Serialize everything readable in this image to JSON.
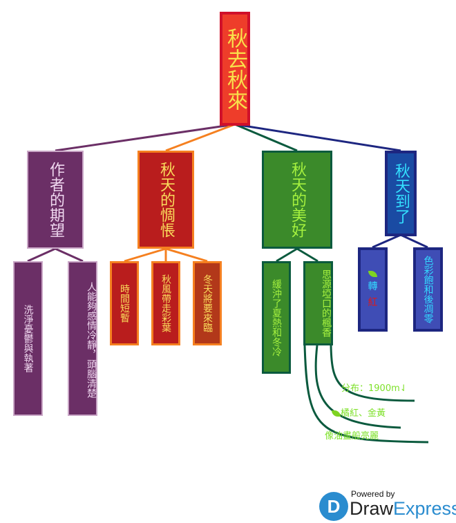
{
  "root": {
    "label": "秋去秋來"
  },
  "branches": [
    {
      "label": "作者的期望",
      "color": "#6b2f66",
      "children": [
        "洗淨憂鬱與執著",
        "人能夠感情冷靜，頭腦清楚"
      ]
    },
    {
      "label": "秋天的惆悵",
      "color": "#f58020",
      "children": [
        "時間短暫",
        "秋風帶走彩葉",
        "冬天將要來臨"
      ]
    },
    {
      "label": "秋天的美好",
      "color": "#0b5a3e",
      "children": [
        "緩沖了夏熱和冬冷",
        "思源埡口的楓香"
      ]
    },
    {
      "label": "秋天到了",
      "color": "#1d2680",
      "children": [
        "轉",
        "紅",
        "色彩飽和後凋零"
      ]
    }
  ],
  "maple_details": [
    "分布：1900m⇃",
    "橘紅、金黃",
    "像油畫般亮麗"
  ],
  "icons": {
    "leaf": "leaf-icon"
  },
  "logo": {
    "powered_by": "Powered by",
    "brand_a": "Draw",
    "brand_b": "Express"
  }
}
